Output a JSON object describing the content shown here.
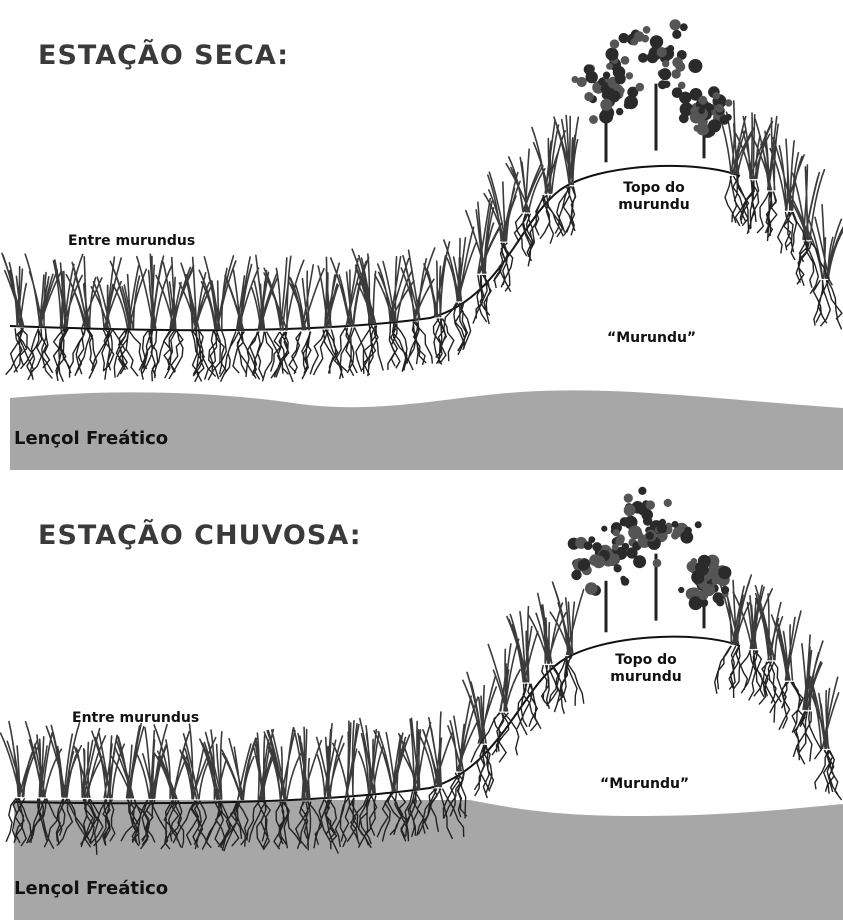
{
  "panels": {
    "dry": {
      "title": "ESTAÇÃO SECA:",
      "between_label": "Entre murundus",
      "top_label": "Topo do murundu",
      "mound_label": "“Murundu”",
      "water_label": "Lençol Freático"
    },
    "wet": {
      "title": "ESTAÇÃO CHUVOSA:",
      "between_label": "Entre murundus",
      "top_label": "Topo do murundu",
      "mound_label": "“Murundu”",
      "water_label": "Lençol Freático"
    }
  },
  "colors": {
    "water_table": "#a7a7a7",
    "vegetation": "#3b3b3b",
    "roots": "#222222",
    "ground_line": "#111111"
  }
}
